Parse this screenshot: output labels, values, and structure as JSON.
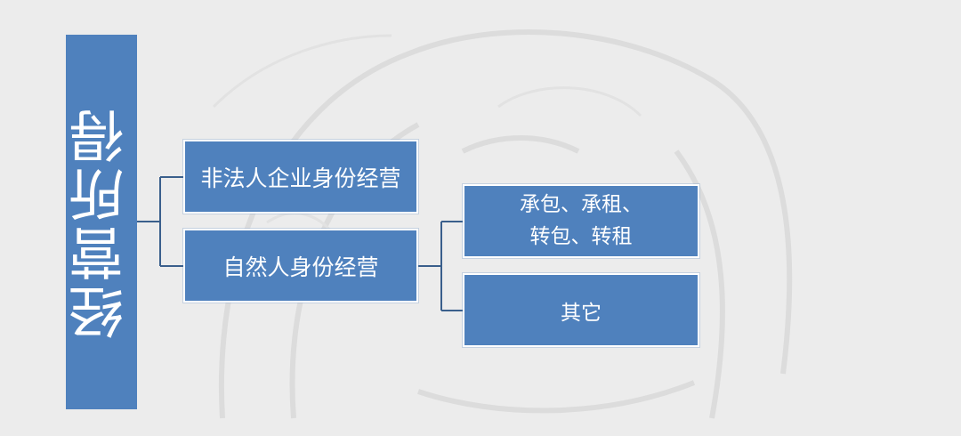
{
  "root": {
    "label": "经营所得"
  },
  "level1": [
    {
      "label": "非法人企业身份经营"
    },
    {
      "label": "自然人身份经营"
    }
  ],
  "level2": [
    {
      "line1": "承包、承租、",
      "line2": "转包、转租"
    },
    {
      "label": "其它"
    }
  ],
  "colors": {
    "box_fill": "#4f81bd",
    "connector": "#3a5f8c",
    "text": "#ffffff",
    "background": "#ececec"
  }
}
